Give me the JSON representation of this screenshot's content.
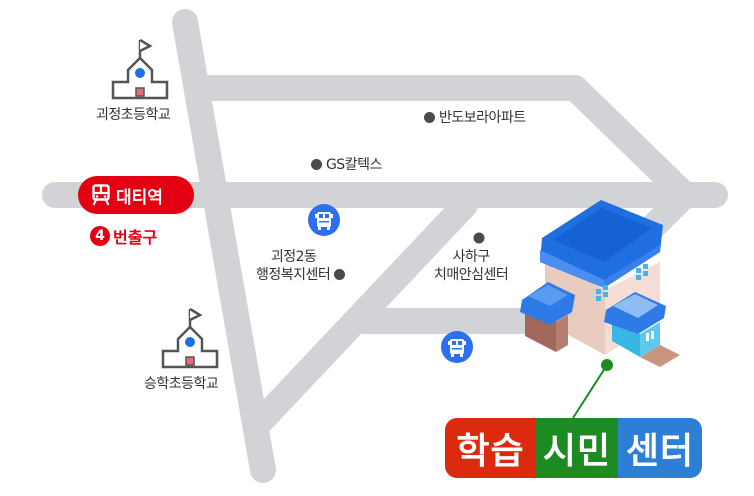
{
  "map": {
    "road_color": "#d2d3d6",
    "background": "#ffffff"
  },
  "station": {
    "name": "대티역",
    "icon": "subway-icon",
    "color": "#e30012",
    "exit_number": "4",
    "exit_label": "번출구"
  },
  "landmarks": [
    {
      "id": "goejeong-elementary",
      "label": "괴정초등학교",
      "icon": "school-icon"
    },
    {
      "id": "seunghak-elementary",
      "label": "승학초등학교",
      "icon": "school-icon"
    },
    {
      "id": "bando-bora-apt",
      "label": "반도보라아파트",
      "icon": "dot-marker-icon"
    },
    {
      "id": "gs-caltex",
      "label": "GS칼텍스",
      "icon": "dot-marker-icon"
    },
    {
      "id": "goejeong2dong-center",
      "label_line1": "괴정2동",
      "label_line2": "행정복지센터",
      "icon": "dot-marker-icon"
    },
    {
      "id": "saha-dementia-center",
      "label_line1": "사하구",
      "label_line2": "치매안심센터",
      "icon": "dot-marker-icon"
    }
  ],
  "bus_stops": [
    {
      "id": "bus-stop-1",
      "icon": "bus-icon",
      "color": "#2d6ff0"
    },
    {
      "id": "bus-stop-2",
      "icon": "bus-icon",
      "color": "#2d6ff0"
    }
  ],
  "destination": {
    "name_part1": "학습",
    "name_part2": "시민",
    "name_part3": "센터",
    "colors": [
      "#dc2a0e",
      "#1e8a22",
      "#2d7fd6"
    ],
    "icon": "building-icon",
    "pin_color": "#1e8a22"
  }
}
